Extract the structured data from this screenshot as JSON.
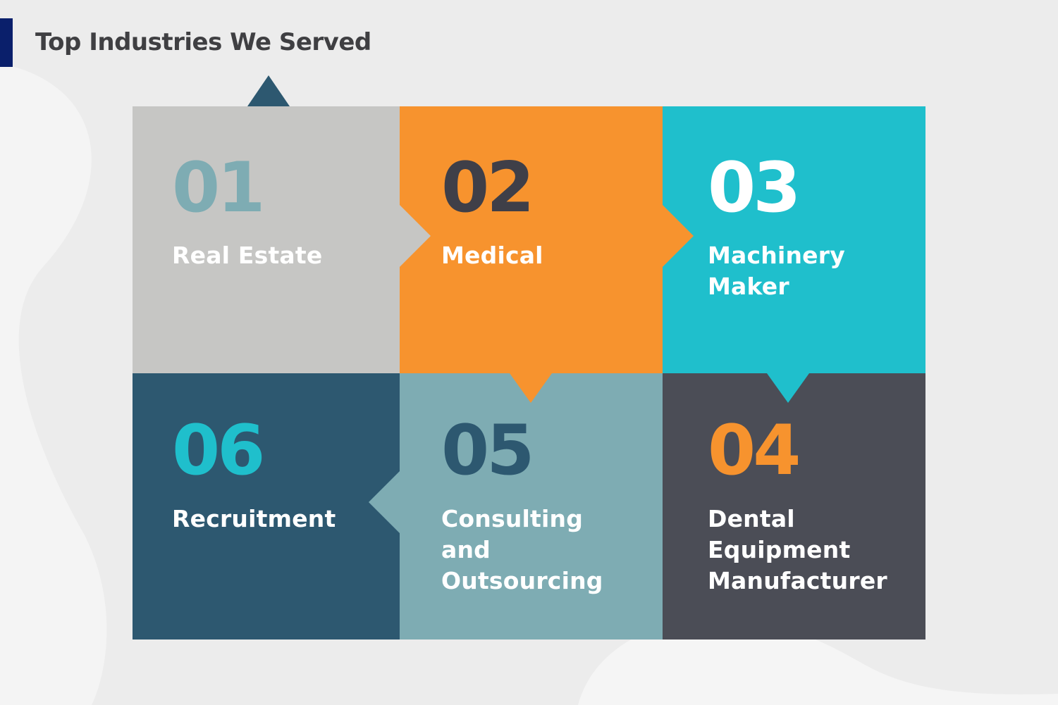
{
  "page": {
    "title": "Top Industries We Served",
    "accent_color": "#0a1f6b"
  },
  "colors": {
    "gray": "#c6c6c4",
    "orange": "#f7932e",
    "cyan": "#1fbfcc",
    "dark_teal": "#2d5870",
    "slate_teal": "#7eacb3",
    "charcoal": "#4b4d56",
    "white": "#ffffff",
    "text_dark": "#3f3f42"
  },
  "items": [
    {
      "number": "01",
      "label": "Real Estate",
      "tile_color": "#c6c6c4",
      "number_color": "#7eacb3"
    },
    {
      "number": "02",
      "label": "Medical",
      "tile_color": "#f7932e",
      "number_color": "#3f3f48"
    },
    {
      "number": "03",
      "label": "Machinery\nMaker",
      "tile_color": "#1fbfcc",
      "number_color": "#ffffff"
    },
    {
      "number": "04",
      "label": "Dental\nEquipment\nManufacturer",
      "tile_color": "#4b4d56",
      "number_color": "#f7932e"
    },
    {
      "number": "05",
      "label": "Consulting\nand\nOutsourcing",
      "tile_color": "#7eacb3",
      "number_color": "#2d5870"
    },
    {
      "number": "06",
      "label": "Recruitment",
      "tile_color": "#2d5870",
      "number_color": "#1fbfcc"
    }
  ]
}
